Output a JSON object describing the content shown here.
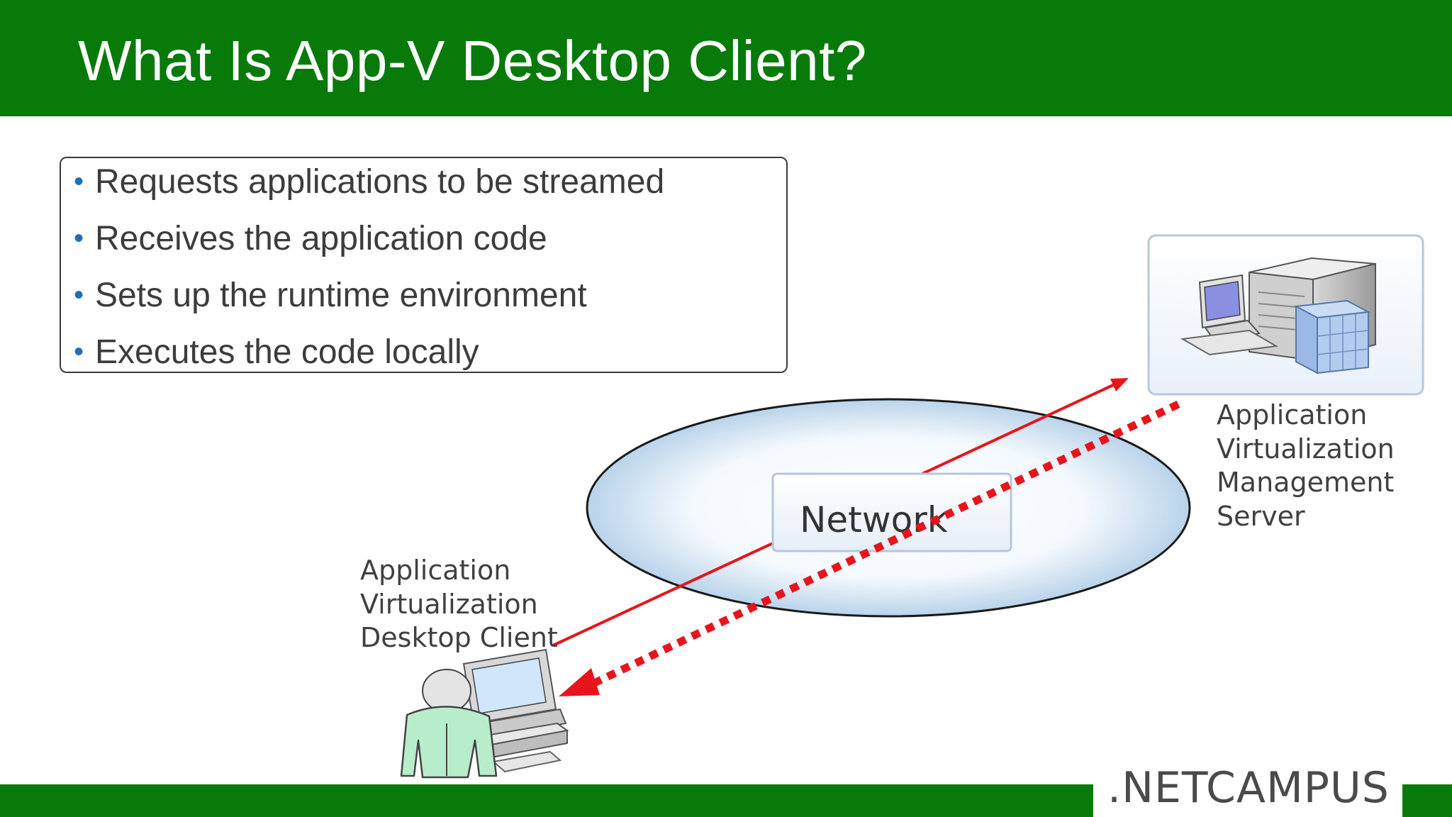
{
  "slide": {
    "title": "What Is App-V Desktop Client?",
    "bullets": [
      "Requests applications to be streamed",
      "Receives the application code",
      "Sets up the runtime environment",
      "Executes the code locally"
    ]
  },
  "diagram": {
    "network_label": "Network",
    "server_label": [
      "Application",
      "Virtualization",
      "Management",
      "Server"
    ],
    "client_label": [
      "Application",
      "Virtualization",
      "Desktop Client"
    ],
    "request_arrow": {
      "style": "solid",
      "color": "#e8141b",
      "direction": "client-to-server"
    },
    "stream_arrow": {
      "style": "dotted",
      "color": "#e8141b",
      "direction": "server-to-client"
    }
  },
  "footer": {
    "logo_text": ".NETCAMPUS",
    "bar_color": "#077a0a"
  },
  "colors": {
    "header": "#077a0a",
    "bullet": "#1f6fb2",
    "arrow": "#e8141b",
    "text": "#3c3c3c"
  }
}
